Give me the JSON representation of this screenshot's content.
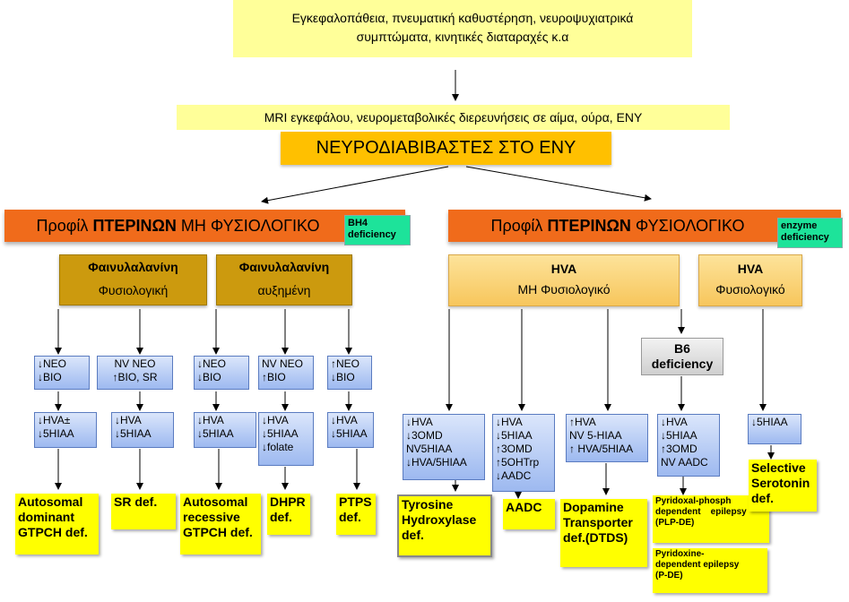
{
  "top_box": {
    "line1": "Εγκεφαλοπάθεια, πνευματική καθυστέρηση, νευροψυχιατρικά",
    "line2": "συμπτώματα, κινητικές διαταραχές κ.α"
  },
  "mri_box": "MRI εγκεφάλου, νευρομεταβολικές διερευνήσεις σε αίμα, ούρα, ΕΝΥ",
  "neuro_box": "ΝΕΥΡΟΔΙΑΒΙΒΑΣΤΕΣ ΣΤΟ ΕΝΥ",
  "profile_left": {
    "pre": "Προφίλ ",
    "bold": "ΠΤΕΡΙΝΩΝ",
    "post": " ΜΗ ΦΥΣΙΟΛΟΓΙΚΟ",
    "tag": "BH4\ndeficiency"
  },
  "profile_right": {
    "pre": "Προφίλ ",
    "bold": "ΠΤΕΡΙΝΩΝ",
    "post": " ΦΥΣΙΟΛΟΓΙΚΟ",
    "tag": "enzyme\ndeficiency"
  },
  "phe_normal": {
    "title": "Φαινυλαλανίνη",
    "sub": "Φυσιολογική"
  },
  "phe_high": {
    "title": "Φαινυλαλανίνη",
    "sub": "αυξημένη"
  },
  "hva_abnormal": {
    "title": "HVA",
    "sub": "ΜΗ Φυσιολογικό"
  },
  "hva_normal": {
    "title": "HVA",
    "sub": "Φυσιολογικό"
  },
  "b6": "B6\ndeficiency",
  "pterin_boxes": [
    "↓NEO\n↓BIO",
    "NV NEO\n↑BIO, SR",
    "↓NEO\n↓BIO",
    "NV NEO\n↑BIO",
    "↑NEO\n↓BIO"
  ],
  "hva_boxes_left": [
    "↓HVA±\n↓5HIAA",
    "↓HVA\n↓5HIAA",
    "↓HVA\n↓5HIAA",
    "↓HVA\n↓5HIAA\n↓folate",
    "↓HVA\n↓5HIAA"
  ],
  "hva_boxes_right": [
    "↓HVA\n↓3OMD\nNV5HIAA\n↓HVA/5HIAA",
    "↓HVA\n↓5HIAA\n↑3OMD\n↑5OHTrp\n↓AADC",
    "↑HVA\nNV 5-HIAA\n↑ HVA/5HIAA",
    "↓HVA\n↓5HIAA\n↑3OMD\nNV AADC",
    "↓5HIAA"
  ],
  "diagnoses": [
    "Autosomal\ndominant\nGTPCH def.",
    "SR def.",
    "Autosomal\nrecessive\nGTPCH def.",
    "DHPR\ndef.",
    "PTPS\ndef.",
    "Tyrosine\nHydroxylase\ndef.",
    "AADC",
    "Dopamine\nTransporter\ndef.(DTDS)",
    "Selective\nSerotonin\ndef."
  ],
  "plp": "Pyridoxal-phosph\ndependent    epilepsy\n(PLP-DE)",
  "pde": "Pyridoxine-\ndependent epilepsy\n(P-DE)"
}
